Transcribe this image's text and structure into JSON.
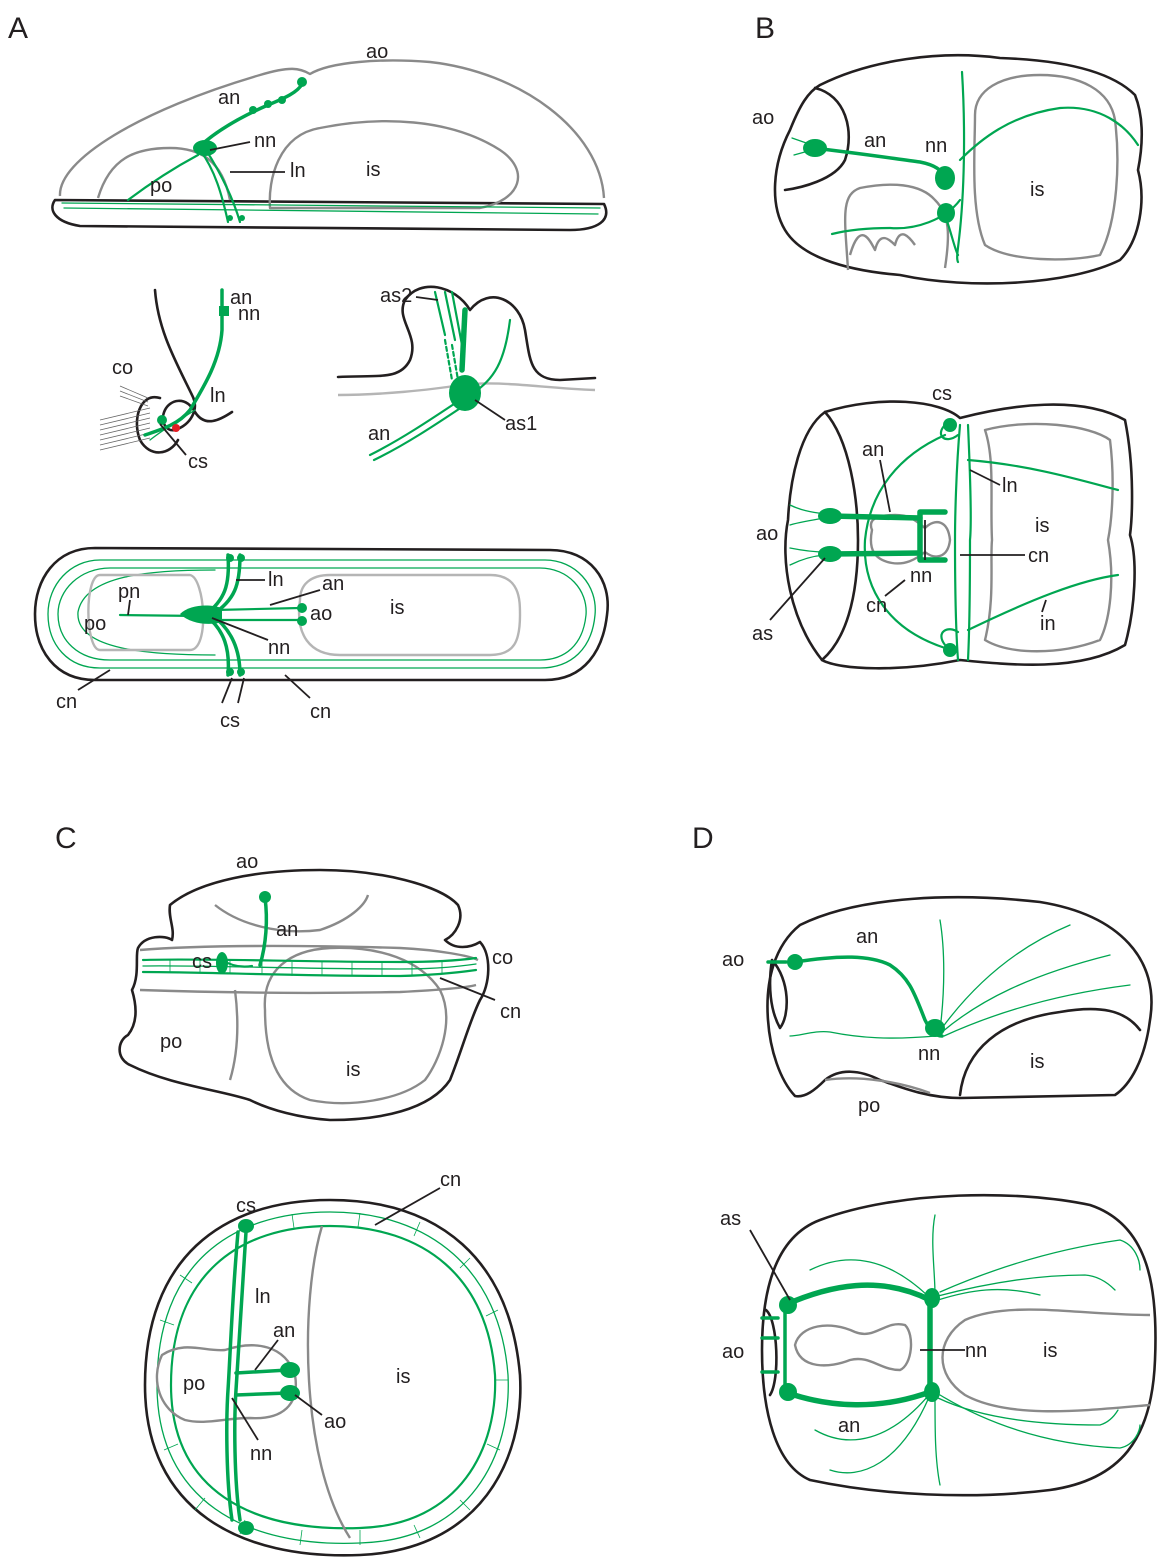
{
  "colors": {
    "nerve": "#00a651",
    "outline": "#231f20",
    "organ_outline": "#8a8a8a",
    "marker": "#e31e24"
  },
  "panels": {
    "A": {
      "letter": "A",
      "lateral": {
        "ao": "ao",
        "an": "an",
        "nn": "nn",
        "ln": "ln",
        "is": "is",
        "po": "po"
      },
      "detail_left": {
        "an": "an",
        "nn": "nn",
        "co": "co",
        "ln": "ln",
        "cs": "cs"
      },
      "detail_right": {
        "as2": "as2",
        "as1": "as1",
        "an": "an"
      },
      "dorsal": {
        "ln": "ln",
        "an": "an",
        "pn": "pn",
        "ao": "ao",
        "is": "is",
        "po": "po",
        "nn": "nn",
        "cn_left": "cn",
        "cs": "cs",
        "cn_right": "cn"
      }
    },
    "B": {
      "letter": "B",
      "lateral": {
        "ao": "ao",
        "an": "an",
        "nn": "nn",
        "is": "is"
      },
      "dorsal": {
        "cs": "cs",
        "an": "an",
        "ln": "ln",
        "ao": "ao",
        "is": "is",
        "cn_right": "cn",
        "nn": "nn",
        "cn_left": "cn",
        "in": "in",
        "as": "as"
      }
    },
    "C": {
      "letter": "C",
      "lateral": {
        "ao": "ao",
        "an": "an",
        "cs": "cs",
        "co": "co",
        "cn": "cn",
        "po": "po",
        "is": "is"
      },
      "dorsal": {
        "cs": "cs",
        "cn": "cn",
        "ln": "ln",
        "an": "an",
        "po": "po",
        "ao": "ao",
        "is": "is",
        "nn": "nn"
      }
    },
    "D": {
      "letter": "D",
      "lateral": {
        "an": "an",
        "ao": "ao",
        "nn": "nn",
        "is": "is",
        "po": "po"
      },
      "dorsal": {
        "as": "as",
        "ao": "ao",
        "nn": "nn",
        "is": "is",
        "an": "an"
      }
    }
  }
}
